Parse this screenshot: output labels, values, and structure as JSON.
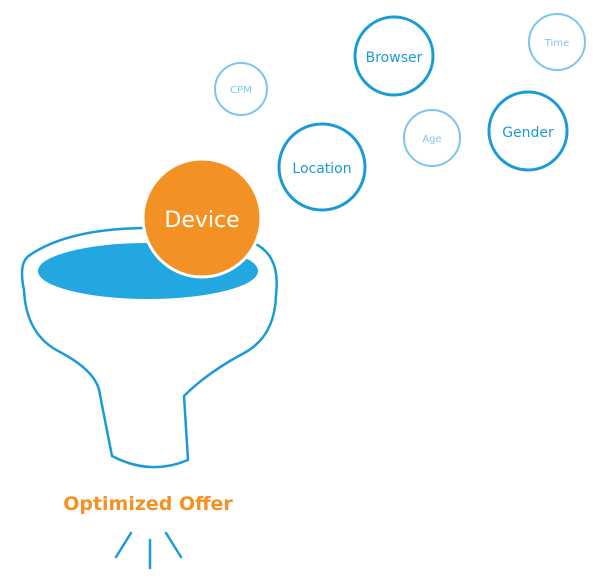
{
  "bubbles": {
    "device": "Device",
    "location": "Location",
    "browser": "Browser",
    "gender": "Gender",
    "cpm": "CPM",
    "age": "Age",
    "time": "Time"
  },
  "outcome": "Optimized Offer",
  "colors": {
    "blue": "#1a9bd7",
    "light_blue": "#7cc6ea",
    "orange": "#f39125",
    "liquid": "#22a7e0"
  }
}
